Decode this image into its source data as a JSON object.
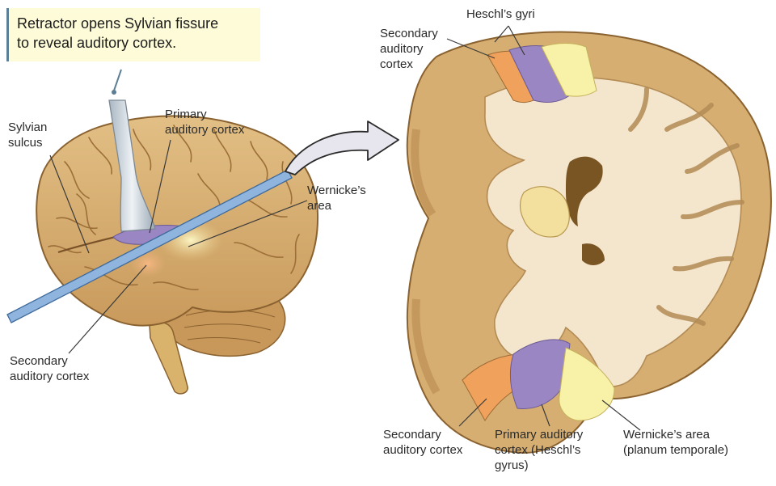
{
  "caption": {
    "line1": "Retractor opens Sylvian fissure",
    "line2": "to reveal auditory cortex."
  },
  "left_view": {
    "sylvian_sulcus": [
      "Sylvian",
      "sulcus"
    ],
    "primary_auditory_cortex": [
      "Primary",
      "auditory cortex"
    ],
    "wernickes_area": [
      "Wernicke’s",
      "area"
    ],
    "secondary_auditory_cortex": [
      "Secondary",
      "auditory cortex"
    ]
  },
  "right_view": {
    "heschls_gyri": "Heschl’s gyri",
    "secondary_auditory_cortex_top": [
      "Secondary",
      "auditory",
      "cortex"
    ],
    "secondary_auditory_cortex_bottom": [
      "Secondary",
      "auditory cortex"
    ],
    "primary_auditory_cortex": [
      "Primary auditory",
      "cortex (Heschl’s",
      "gyrus)"
    ],
    "wernickes_area": [
      "Wernicke’s area",
      "(planum temporale)"
    ]
  },
  "colors": {
    "caption_bg": "#fdfbd8",
    "primary_auditory": "#9a86c2",
    "secondary_auditory": "#f0a25c",
    "wernicke": "#f8f1a8",
    "brain_tan": "#d9b173",
    "white_matter": "#f4e6cc",
    "section_plane": "#8fb4dd"
  }
}
